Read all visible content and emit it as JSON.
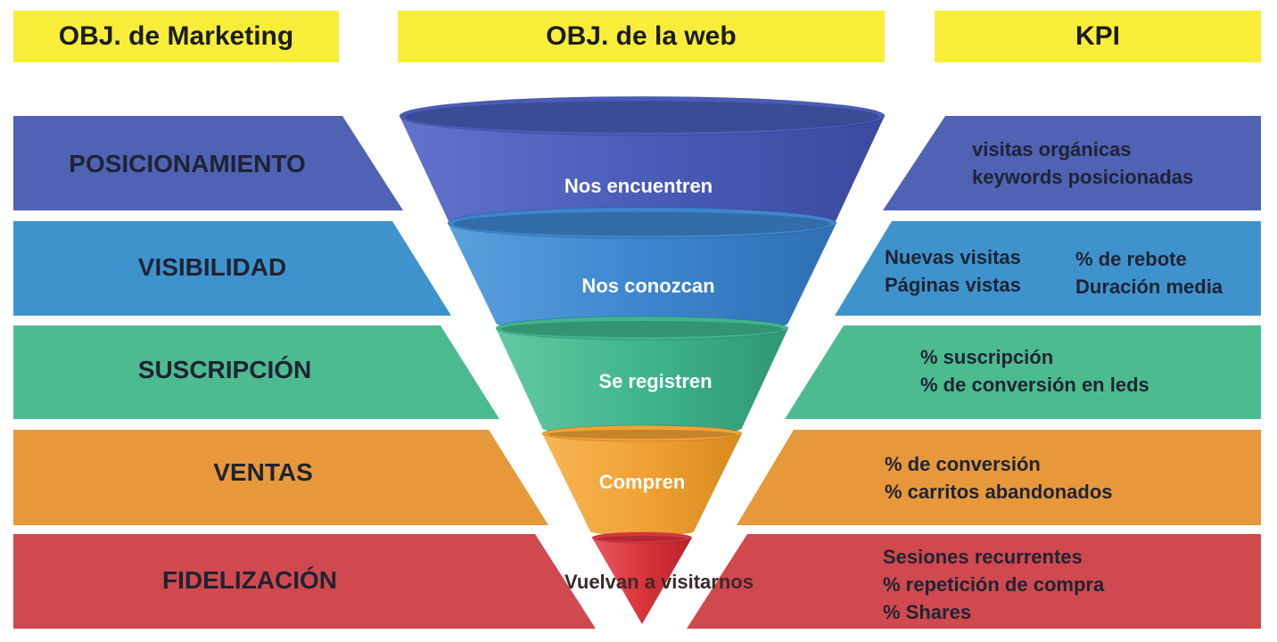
{
  "headers": {
    "marketing": "OBJ. de Marketing",
    "web": "OBJ. de la web",
    "kpi": "KPI"
  },
  "rows": [
    {
      "marketing_objective": "POSICIONAMIENTO",
      "web_objective": "Nos encuentren",
      "kpis": [
        "visitas orgánicas",
        "keywords posicionadas"
      ],
      "color": "#4f62b4"
    },
    {
      "marketing_objective": "VISIBILIDAD",
      "web_objective": "Nos conozcan",
      "kpis": [
        "Nuevas visitas",
        "Páginas vistas",
        "% de rebote",
        "Duración media"
      ],
      "color": "#3f93cd"
    },
    {
      "marketing_objective": "SUSCRIPCIÓN",
      "web_objective": "Se registren",
      "kpis": [
        "% suscripción",
        "% de conversión en leds"
      ],
      "color": "#4dbb90"
    },
    {
      "marketing_objective": "VENTAS",
      "web_objective": "Compren",
      "kpis": [
        "% de conversión",
        "% carritos abandonados"
      ],
      "color": "#e6983a"
    },
    {
      "marketing_objective": "FIDELIZACIÓN",
      "web_objective": "Vuelvan a visitarnos",
      "kpis": [
        "Sesiones recurrentes",
        "% repetición de compra",
        "% Shares"
      ],
      "color": "#d0494e"
    }
  ],
  "colors": {
    "header_bg": "#f8ee3a",
    "funnel": [
      "#4a5cb8",
      "#3d86cf",
      "#3fb58c",
      "#f0a235",
      "#d9343c"
    ]
  }
}
